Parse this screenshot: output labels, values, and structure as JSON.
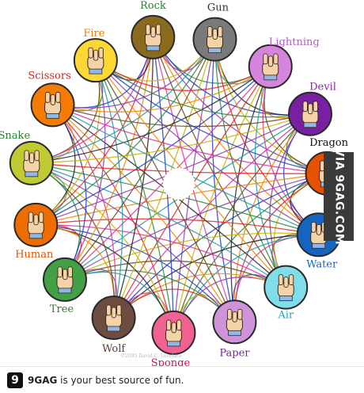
{
  "diagram": {
    "line_colors": [
      "#e02424",
      "#2b8a3e",
      "#1c3fc4",
      "#8e3bb0",
      "#f08a00",
      "#6b4a1e",
      "#d6359a",
      "#1f9aa8",
      "#222222",
      "#c8b400"
    ],
    "gestures": [
      {
        "label": "Rock",
        "icon": "fist-icon",
        "color": "#8a6a1c",
        "label_color": "#2e7d32"
      },
      {
        "label": "Gun",
        "icon": "gun-hand-icon",
        "color": "#7a7a7a",
        "label_color": "#333333"
      },
      {
        "label": "Lightning",
        "icon": "lightning-hand-icon",
        "color": "#d685dc",
        "label_color": "#b55cc4"
      },
      {
        "label": "Devil",
        "icon": "horns-hand-icon",
        "color": "#7b1fa2",
        "label_color": "#8e24aa"
      },
      {
        "label": "Dragon",
        "icon": "dragon-hand-icon",
        "color": "#e65100",
        "label_color": "#111111"
      },
      {
        "label": "Water",
        "icon": "water-hand-icon",
        "color": "#1565c0",
        "label_color": "#1565c0"
      },
      {
        "label": "Air",
        "icon": "air-hand-icon",
        "color": "#80deea",
        "label_color": "#26a5b8"
      },
      {
        "label": "Paper",
        "icon": "flat-hand-icon",
        "color": "#ce93d8",
        "label_color": "#7b1fa2"
      },
      {
        "label": "Sponge",
        "icon": "sponge-hand-icon",
        "color": "#f06292",
        "label_color": "#c2185b"
      },
      {
        "label": "Wolf",
        "icon": "wolf-hand-icon",
        "color": "#6d4c41",
        "label_color": "#5d4037"
      },
      {
        "label": "Tree",
        "icon": "tree-hand-icon",
        "color": "#43a047",
        "label_color": "#2e7d32"
      },
      {
        "label": "Human",
        "icon": "thumb-down-icon",
        "color": "#ef6c00",
        "label_color": "#e65100"
      },
      {
        "label": "Snake",
        "icon": "snake-hand-icon",
        "color": "#c0ca33",
        "label_color": "#2e7d32"
      },
      {
        "label": "Scissors",
        "icon": "scissors-hand-icon",
        "color": "#f57c00",
        "label_color": "#c62828"
      },
      {
        "label": "Fire",
        "icon": "fire-hand-icon",
        "color": "#fdd835",
        "label_color": "#f57c00"
      }
    ]
  },
  "watermark": {
    "text": "VIA 9GAG.COM"
  },
  "footer": {
    "logo_glyph": "9",
    "brand": "9GAG",
    "tagline": " is your best source of fun."
  }
}
